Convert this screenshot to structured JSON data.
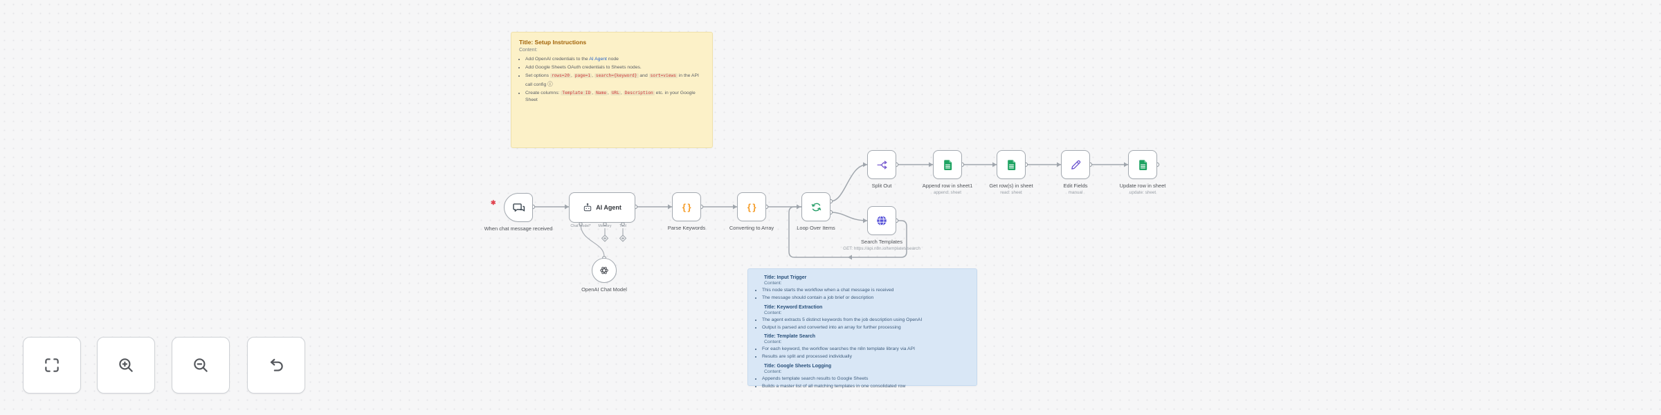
{
  "notes": {
    "setup": {
      "title": "Title: Setup Instructions",
      "content_label": "Content:",
      "b1_pre": "Add OpenAI credentials to the ",
      "b1_link": "AI Agent",
      "b1_post": " node",
      "b2": "Add Google Sheets OAuth credentials to Sheets nodes.",
      "b3_pre": "Set options ",
      "b3_code1": "rows=20",
      "b3_s1": ", ",
      "b3_code2": "page=1",
      "b3_s2": ", ",
      "b3_code3": "search={keyword}",
      "b3_s3": " and ",
      "b3_code4": "sort=views",
      "b3_post": " in the API call config ",
      "b3_icon": "ⓘ",
      "b4_pre": "Create columns: ",
      "b4_code1": "Template ID",
      "b4_s1": ", ",
      "b4_code2": "Name",
      "b4_s2": ", ",
      "b4_code3": "URL",
      "b4_s3": ", ",
      "b4_code4": "Description",
      "b4_post": " etc. in your Google Sheet"
    },
    "guide": {
      "sections": [
        {
          "title": "Title: Input Trigger",
          "content_label": "Content:",
          "bullets": [
            "This node starts the workflow when a chat message is received",
            "The message should contain a job brief or description"
          ]
        },
        {
          "title": "Title: Keyword Extraction",
          "content_label": "Content:",
          "bullets": [
            "The agent extracts 5 distinct keywords from the job description using OpenAI",
            "Output is parsed and converted into an array for further processing"
          ]
        },
        {
          "title": "Title: Template Search",
          "content_label": "Content:",
          "bullets": [
            "For each keyword, the workflow searches the n8n template library via API",
            "Results are split and processed individually"
          ]
        },
        {
          "title": "Title: Google Sheets Logging",
          "content_label": "Content:",
          "bullets": [
            "Appends template search results to Google Sheets",
            "Builds a master list of all matching templates in one consolidated row"
          ]
        }
      ]
    }
  },
  "nodes": {
    "trigger": {
      "label": "When chat message received",
      "issue_marker": "✱"
    },
    "agent": {
      "label": "AI Agent",
      "ports": {
        "chat_model": "Chat Model*",
        "memory": "Memory",
        "tool": "Tool"
      },
      "model": {
        "label": "OpenAI Chat Model"
      }
    },
    "parse": {
      "label": "Parse Keywords",
      "icon_glyph": "{ }"
    },
    "convert": {
      "label": "Converting to Array",
      "icon_glyph": "{ }"
    },
    "loop": {
      "label": "Loop Over Items"
    },
    "split": {
      "label": "Split Out"
    },
    "append": {
      "label": "Append row in sheet1",
      "sublabel": "append: sheet"
    },
    "get": {
      "label": "Get row(s) in sheet",
      "sublabel": "read: sheet"
    },
    "edit": {
      "label": "Edit Fields",
      "sublabel": "manual"
    },
    "update": {
      "label": "Update row in sheet",
      "sublabel": "update: sheet"
    },
    "search": {
      "label": "Search Templates",
      "sublabel": "GET: https://api.n8n.io/templates/search"
    }
  },
  "colors": {
    "sheets_green": "#1ea362",
    "code_orange": "#f59a23",
    "loop_green": "#2aa06b",
    "split_purple": "#7a5fd0",
    "pencil_purple": "#6e56cf",
    "globe_indigo": "#5853d8",
    "wire_grey": "#a0a6ad",
    "note_yellow": "#fcf1c8",
    "note_blue": "#d9e7f6",
    "issue_red": "#e0434f"
  },
  "controls": {
    "items": [
      {
        "name": "zoom-to-fit"
      },
      {
        "name": "zoom-in"
      },
      {
        "name": "zoom-out"
      },
      {
        "name": "reset-zoom"
      }
    ]
  }
}
